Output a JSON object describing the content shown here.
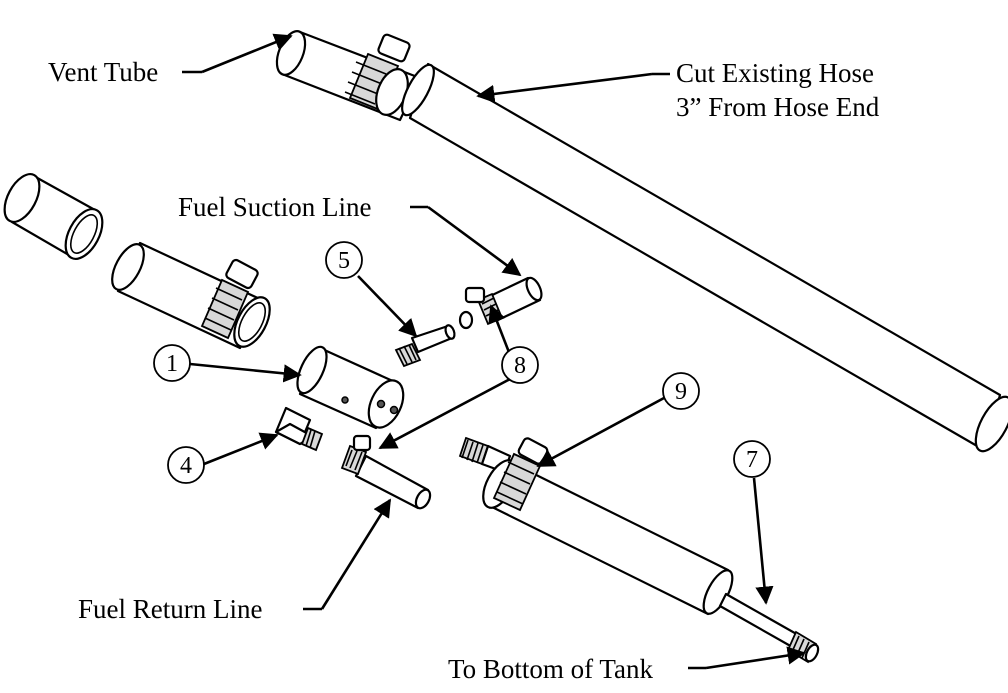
{
  "labels": {
    "vent_tube": "Vent Tube",
    "cut_line1": "Cut Existing Hose",
    "cut_line2": "3” From Hose End",
    "fuel_suction": "Fuel Suction Line",
    "fuel_return": "Fuel Return Line",
    "bottom_tank": "To Bottom of Tank"
  },
  "callouts": {
    "c1": "1",
    "c4": "4",
    "c5": "5",
    "c7": "7",
    "c8": "8",
    "c9": "9"
  }
}
